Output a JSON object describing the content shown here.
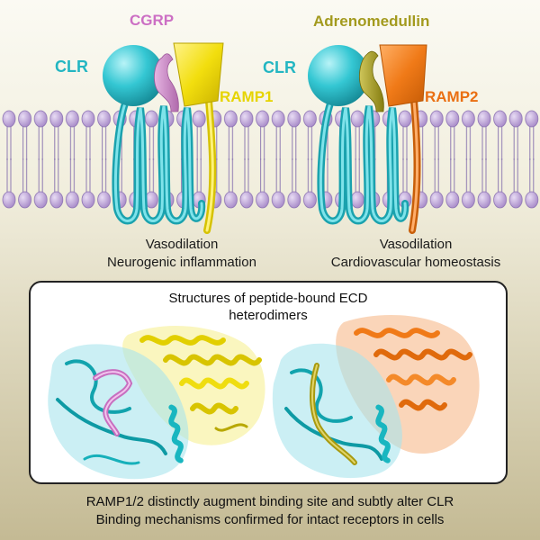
{
  "labels": {
    "cgrp": "CGRP",
    "adrenomedullin": "Adrenomedullin",
    "clr_left": "CLR",
    "clr_right": "CLR",
    "ramp1": "RAMP1",
    "ramp2": "RAMP2"
  },
  "captions": {
    "left": [
      "Vasodilation",
      "Neurogenic inflammation"
    ],
    "right": [
      "Vasodilation",
      "Cardiovascular homeostasis"
    ]
  },
  "panel": {
    "title_lines": [
      "Structures of peptide-bound ECD",
      "heterodimers"
    ]
  },
  "summary_lines": [
    "RAMP1/2 distinctly augment binding site and subtly alter CLR",
    "Binding mechanisms confirmed for intact receptors in cells"
  ],
  "colors": {
    "clr": "#2ec4cf",
    "cgrp": "#cc88c8",
    "ramp1": "#f2e21a",
    "adrenomedullin": "#a39a1e",
    "ramp2": "#f07a18",
    "lipid": "#c9b3e0",
    "background_top": "#f8f6ec",
    "background_bottom": "#c7bd97"
  }
}
